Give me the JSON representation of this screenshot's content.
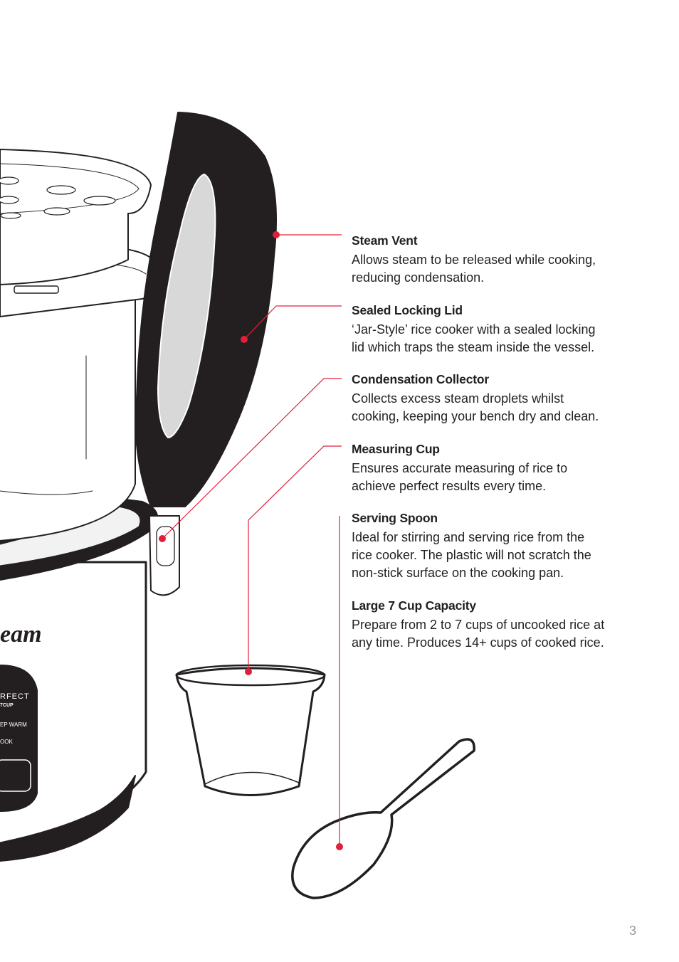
{
  "features": [
    {
      "title": "Steam Vent",
      "description": "Allows steam to be released while cooking,\nreducing condensation."
    },
    {
      "title": "Sealed Locking Lid",
      "description": "‘Jar-Style’ rice cooker with a sealed locking\nlid which traps the steam inside the vessel."
    },
    {
      "title": "Condensation Collector",
      "description": "Collects excess steam droplets whilst\ncooking, keeping your bench dry and clean."
    },
    {
      "title": "Measuring Cup",
      "description": "Ensures accurate measuring of rice to\nachieve perfect results every time."
    },
    {
      "title": "Serving Spoon",
      "description": "Ideal for stirring and serving rice from the\nrice cooker. The plastic will not scratch the\nnon-stick surface on the cooking pan."
    },
    {
      "title": "Large 7 Cup Capacity",
      "description": "Prepare from 2 to 7 cups of uncooked rice at\nany time. Produces 14+ cups of cooked rice."
    }
  ],
  "product_panel": {
    "brand": "eam",
    "model_line1": "RFECT",
    "model_line2": "7CUP",
    "keep_warm_label": "EP WARM",
    "cook_label": "OOK"
  },
  "page_number": "3",
  "colors": {
    "callout": "#e0203a",
    "ink": "#231f20"
  }
}
